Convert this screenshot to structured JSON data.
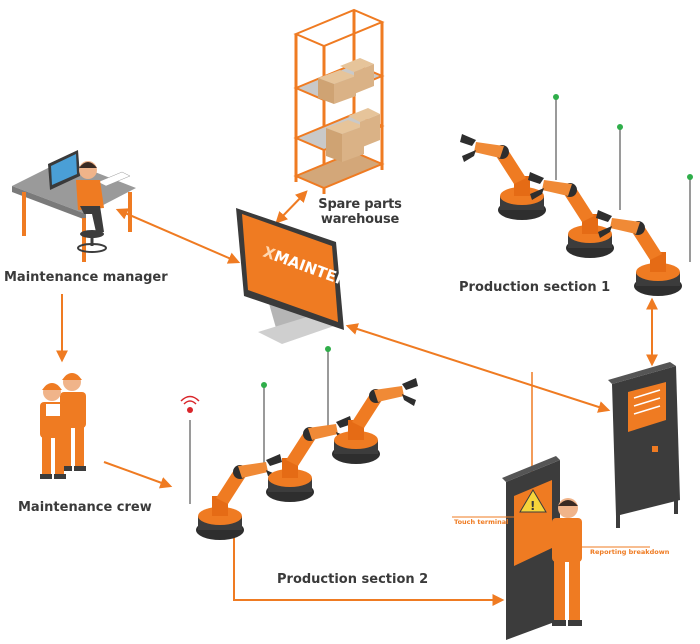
{
  "nodes": {
    "maintenance_manager": "Maintenance manager",
    "maintenance_crew": "Maintenance crew",
    "spare_parts_line1": "Spare parts",
    "spare_parts_line2": "warehouse",
    "production_section_1": "Production section 1",
    "production_section_2": "Production section 2",
    "software_brand_prefix": "X",
    "software_brand_name": "MAINTENANCE",
    "touch_terminal": "Touch terminal",
    "reporting_breakdown": "Reporting breakdown"
  },
  "colors": {
    "accent_orange": "#ef7b22",
    "dark_grey": "#3c3c3c",
    "label_text": "#3a3a3a",
    "arrow": "#ef7b22"
  },
  "icons": [
    "desktop-monitor-icon",
    "shelving-unit-icon",
    "robot-arm-icon",
    "control-cabinet-icon",
    "warning-sign-icon",
    "worker-icon",
    "office-desk-icon",
    "wireless-signal-icon"
  ]
}
